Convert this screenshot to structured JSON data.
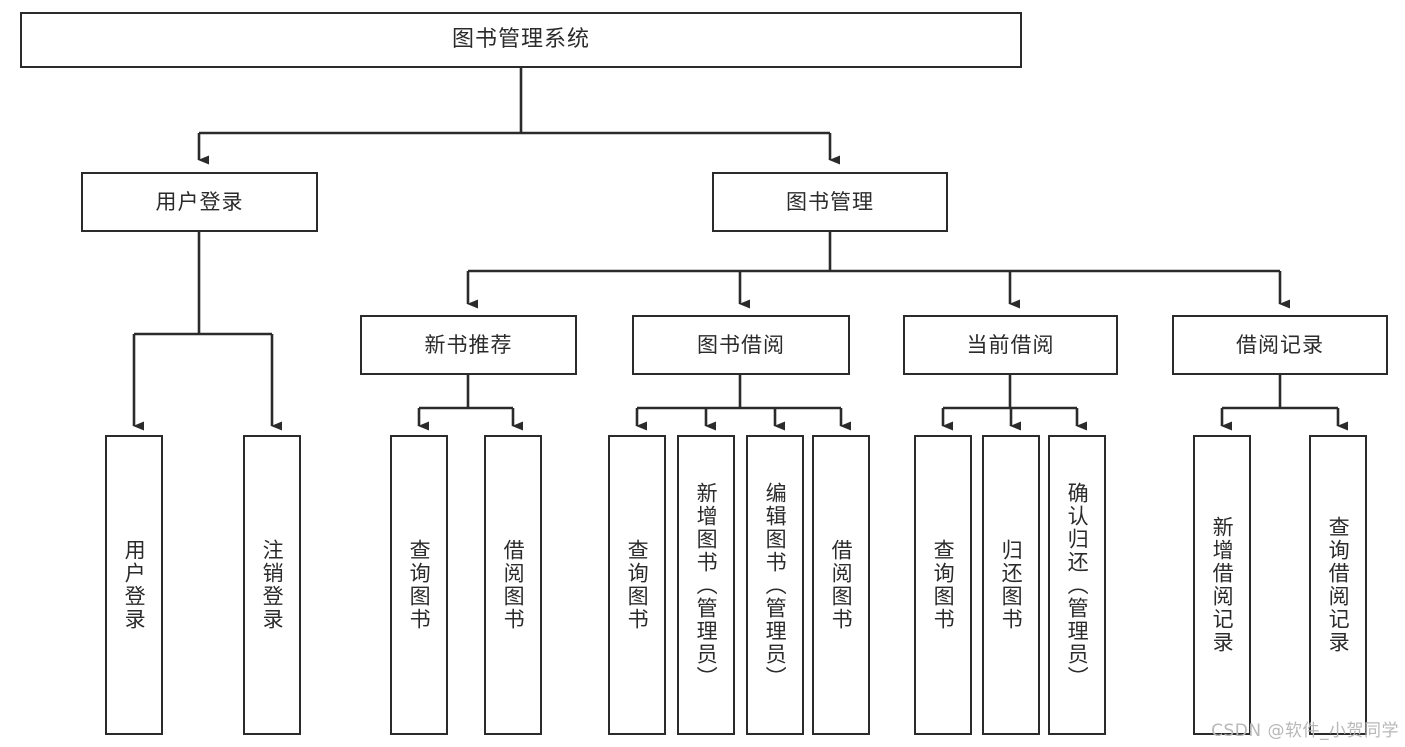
{
  "diagram": {
    "title": "图书管理系统",
    "type": "tree-hierarchy",
    "watermark": "CSDN @软件_小贺同学",
    "colors": {
      "stroke": "#2b2b2b",
      "fill": "#ffffff",
      "text": "#2b2b2b",
      "watermark": "#b8b8b8"
    },
    "levels": {
      "level1": "系统",
      "level2": "模块",
      "level3": "子模块",
      "level4": "功能"
    }
  },
  "nodes": {
    "root": {
      "label": "图书管理系统",
      "orientation": "horizontal"
    },
    "level2": [
      {
        "id": "user-login",
        "label": "用户登录",
        "orientation": "horizontal"
      },
      {
        "id": "book-manage",
        "label": "图书管理",
        "orientation": "horizontal"
      }
    ],
    "level3": [
      {
        "id": "new-book-recommend",
        "label": "新书推荐",
        "orientation": "horizontal"
      },
      {
        "id": "book-borrow",
        "label": "图书借阅",
        "orientation": "horizontal"
      },
      {
        "id": "current-borrow",
        "label": "当前借阅",
        "orientation": "horizontal"
      },
      {
        "id": "borrow-record",
        "label": "借阅记录",
        "orientation": "horizontal"
      }
    ],
    "leaves": {
      "user-login": [
        {
          "id": "leaf-user-login",
          "label": "用户登录",
          "orientation": "vertical"
        },
        {
          "id": "leaf-logout-login",
          "label": "注销登录",
          "orientation": "vertical"
        }
      ],
      "new-book-recommend": [
        {
          "id": "leaf-query-book-1",
          "label": "查询图书",
          "orientation": "vertical"
        },
        {
          "id": "leaf-borrow-book-1",
          "label": "借阅图书",
          "orientation": "vertical"
        }
      ],
      "book-borrow": [
        {
          "id": "leaf-query-book-2",
          "label": "查询图书",
          "orientation": "vertical"
        },
        {
          "id": "leaf-add-book",
          "label": "新增图书（管理员）",
          "orientation": "vertical"
        },
        {
          "id": "leaf-edit-book",
          "label": "编辑图书（管理员）",
          "orientation": "vertical"
        },
        {
          "id": "leaf-borrow-book-2",
          "label": "借阅图书",
          "orientation": "vertical"
        }
      ],
      "current-borrow": [
        {
          "id": "leaf-query-book-3",
          "label": "查询图书",
          "orientation": "vertical"
        },
        {
          "id": "leaf-return-book",
          "label": "归还图书",
          "orientation": "vertical"
        },
        {
          "id": "leaf-confirm-return",
          "label": "确认归还（管理员）",
          "orientation": "vertical"
        }
      ],
      "borrow-record": [
        {
          "id": "leaf-add-record",
          "label": "新增借阅记录",
          "orientation": "vertical"
        },
        {
          "id": "leaf-query-record",
          "label": "查询借阅记录",
          "orientation": "vertical"
        }
      ]
    }
  }
}
